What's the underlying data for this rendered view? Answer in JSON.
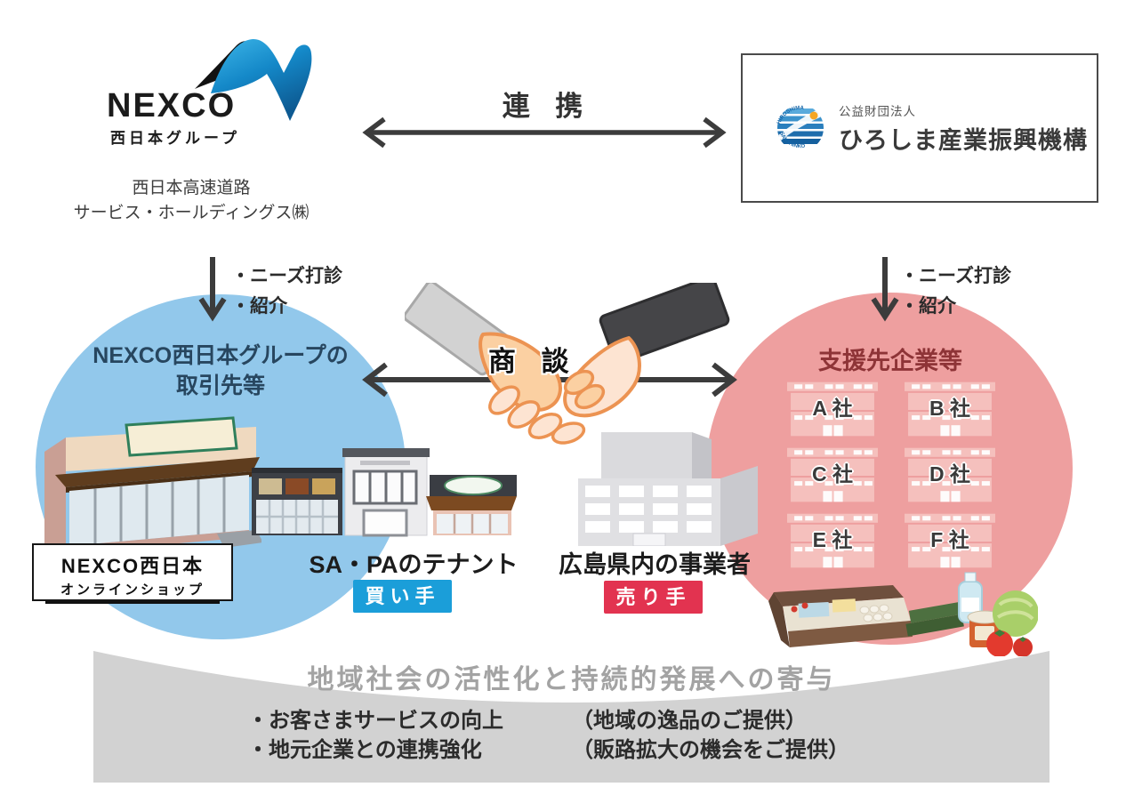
{
  "nexco": {
    "brand": "NEXCO",
    "brand_sub": "西日本グループ",
    "company_line1": "西日本高速道路",
    "company_line2": "サービス・ホールディングス㈱"
  },
  "partnership": {
    "label": "連 携"
  },
  "sanshinko": {
    "org_type": "公益財団法人",
    "org_name": "ひろしま産業振興機構",
    "ring_text_top": "HIROSHIMA",
    "ring_text_bottom": "SANSHINKO"
  },
  "needs": {
    "item1": "・ニーズ打診",
    "item2": "・紹介"
  },
  "negotiation": {
    "label": "商 談"
  },
  "left_circle": {
    "title_line1": "NEXCO西日本グループの",
    "title_line2": "取引先等",
    "shop_line1": "NEXCO西日本",
    "shop_line2": "オンラインショップ",
    "tenant_label": "SA・PAのテナント",
    "buyer_badge": "買い手"
  },
  "seller": {
    "label": "広島県内の事業者",
    "badge": "売り手"
  },
  "right_circle": {
    "title": "支援先企業等",
    "companies": [
      {
        "label": "A 社"
      },
      {
        "label": "B 社"
      },
      {
        "label": "C 社"
      },
      {
        "label": "D 社"
      },
      {
        "label": "E 社"
      },
      {
        "label": "F 社"
      }
    ]
  },
  "footer": {
    "title": "地域社会の活性化と持続的発展への寄与",
    "bullets": [
      {
        "item": "・お客さまサービスの向上",
        "note": "（地域の逸品のご提供）"
      },
      {
        "item": "・地元企業との連携強化",
        "note": "（販路拡大の機会をご提供）"
      }
    ]
  },
  "colors": {
    "left_circle": "#92c8eb",
    "right_circle": "#ee9f9f",
    "buyer_badge": "#1b9ed9",
    "seller_badge": "#e23350",
    "arrow": "#3c3c3c",
    "banner": "#d2d2d2",
    "nexco_blue": "#1488c8"
  }
}
